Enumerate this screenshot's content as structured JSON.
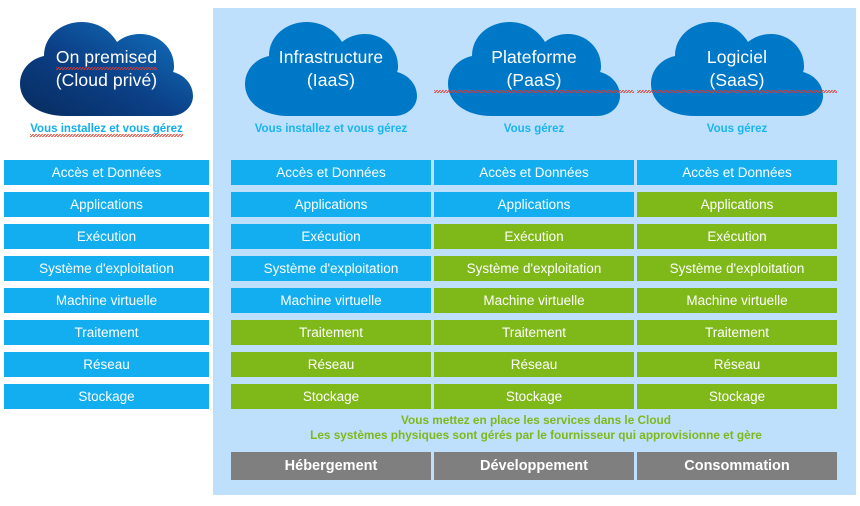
{
  "colors": {
    "panel_bg": "#bfe0fd",
    "row_blue": "#12aeef",
    "row_green": "#7fb819",
    "cloud_blue": "#0078c8",
    "cloud_onprem_dark": "#0b3570",
    "cloud_onprem_light": "#0e6fbe",
    "caption_blue": "#19b5f0",
    "note_green": "#7fb819",
    "footer_gray": "#7f7f7f",
    "spellcheck_red": "#e03b2f"
  },
  "columns": [
    {
      "id": "onprem",
      "cloud": {
        "line1": "On premised",
        "line2": "(Cloud privé)",
        "line1_spellcheck": true,
        "line2_spellcheck": false,
        "style": "gradient"
      },
      "caption": "Vous installez et vous gérez",
      "caption_spellcheck": true,
      "rows": [
        {
          "label": "Accès et Données",
          "color": "blue"
        },
        {
          "label": "Applications",
          "color": "blue"
        },
        {
          "label": "Exécution",
          "color": "blue"
        },
        {
          "label": "Système d'exploitation",
          "color": "blue"
        },
        {
          "label": "Machine virtuelle",
          "color": "blue"
        },
        {
          "label": "Traitement",
          "color": "blue"
        },
        {
          "label": "Réseau",
          "color": "blue"
        },
        {
          "label": "Stockage",
          "color": "blue"
        }
      ]
    },
    {
      "id": "iaas",
      "cloud": {
        "line1": "Infrastructure",
        "line2": "(IaaS)",
        "line1_spellcheck": false,
        "line2_spellcheck": false,
        "style": "flat"
      },
      "caption": "Vous installez et vous gérez",
      "caption_spellcheck": false,
      "rows": [
        {
          "label": "Accès et Données",
          "color": "blue"
        },
        {
          "label": "Applications",
          "color": "blue"
        },
        {
          "label": "Exécution",
          "color": "blue"
        },
        {
          "label": "Système d'exploitation",
          "color": "blue"
        },
        {
          "label": "Machine virtuelle",
          "color": "blue"
        },
        {
          "label": "Traitement",
          "color": "green"
        },
        {
          "label": "Réseau",
          "color": "green"
        },
        {
          "label": "Stockage",
          "color": "green"
        }
      ],
      "footer": "Hébergement"
    },
    {
      "id": "paas",
      "cloud": {
        "line1": "Plateforme",
        "line2": "(PaaS)",
        "line1_spellcheck": false,
        "line2_spellcheck": true,
        "style": "flat"
      },
      "caption": "Vous gérez",
      "caption_spellcheck": false,
      "rows": [
        {
          "label": "Accès et Données",
          "color": "blue"
        },
        {
          "label": "Applications",
          "color": "blue"
        },
        {
          "label": "Exécution",
          "color": "green"
        },
        {
          "label": "Système d'exploitation",
          "color": "green"
        },
        {
          "label": "Machine virtuelle",
          "color": "green"
        },
        {
          "label": "Traitement",
          "color": "green"
        },
        {
          "label": "Réseau",
          "color": "green"
        },
        {
          "label": "Stockage",
          "color": "green"
        }
      ],
      "footer": "Développement"
    },
    {
      "id": "saas",
      "cloud": {
        "line1": "Logiciel",
        "line2": "(SaaS)",
        "line1_spellcheck": false,
        "line2_spellcheck": true,
        "style": "flat"
      },
      "caption": "Vous gérez",
      "caption_spellcheck": false,
      "rows": [
        {
          "label": "Accès et Données",
          "color": "blue"
        },
        {
          "label": "Applications",
          "color": "green"
        },
        {
          "label": "Exécution",
          "color": "green"
        },
        {
          "label": "Système d'exploitation",
          "color": "green"
        },
        {
          "label": "Machine virtuelle",
          "color": "green"
        },
        {
          "label": "Traitement",
          "color": "green"
        },
        {
          "label": "Réseau",
          "color": "green"
        },
        {
          "label": "Stockage",
          "color": "green"
        }
      ],
      "footer": "Consommation"
    }
  ],
  "bottom_note": {
    "line1": "Vous mettez en place les services dans le Cloud",
    "line2": "Les systèmes physiques sont gérés par le fournisseur qui approvisionne et gère"
  },
  "footer_bars": [
    "Hébergement",
    "Développement",
    "Consommation"
  ]
}
